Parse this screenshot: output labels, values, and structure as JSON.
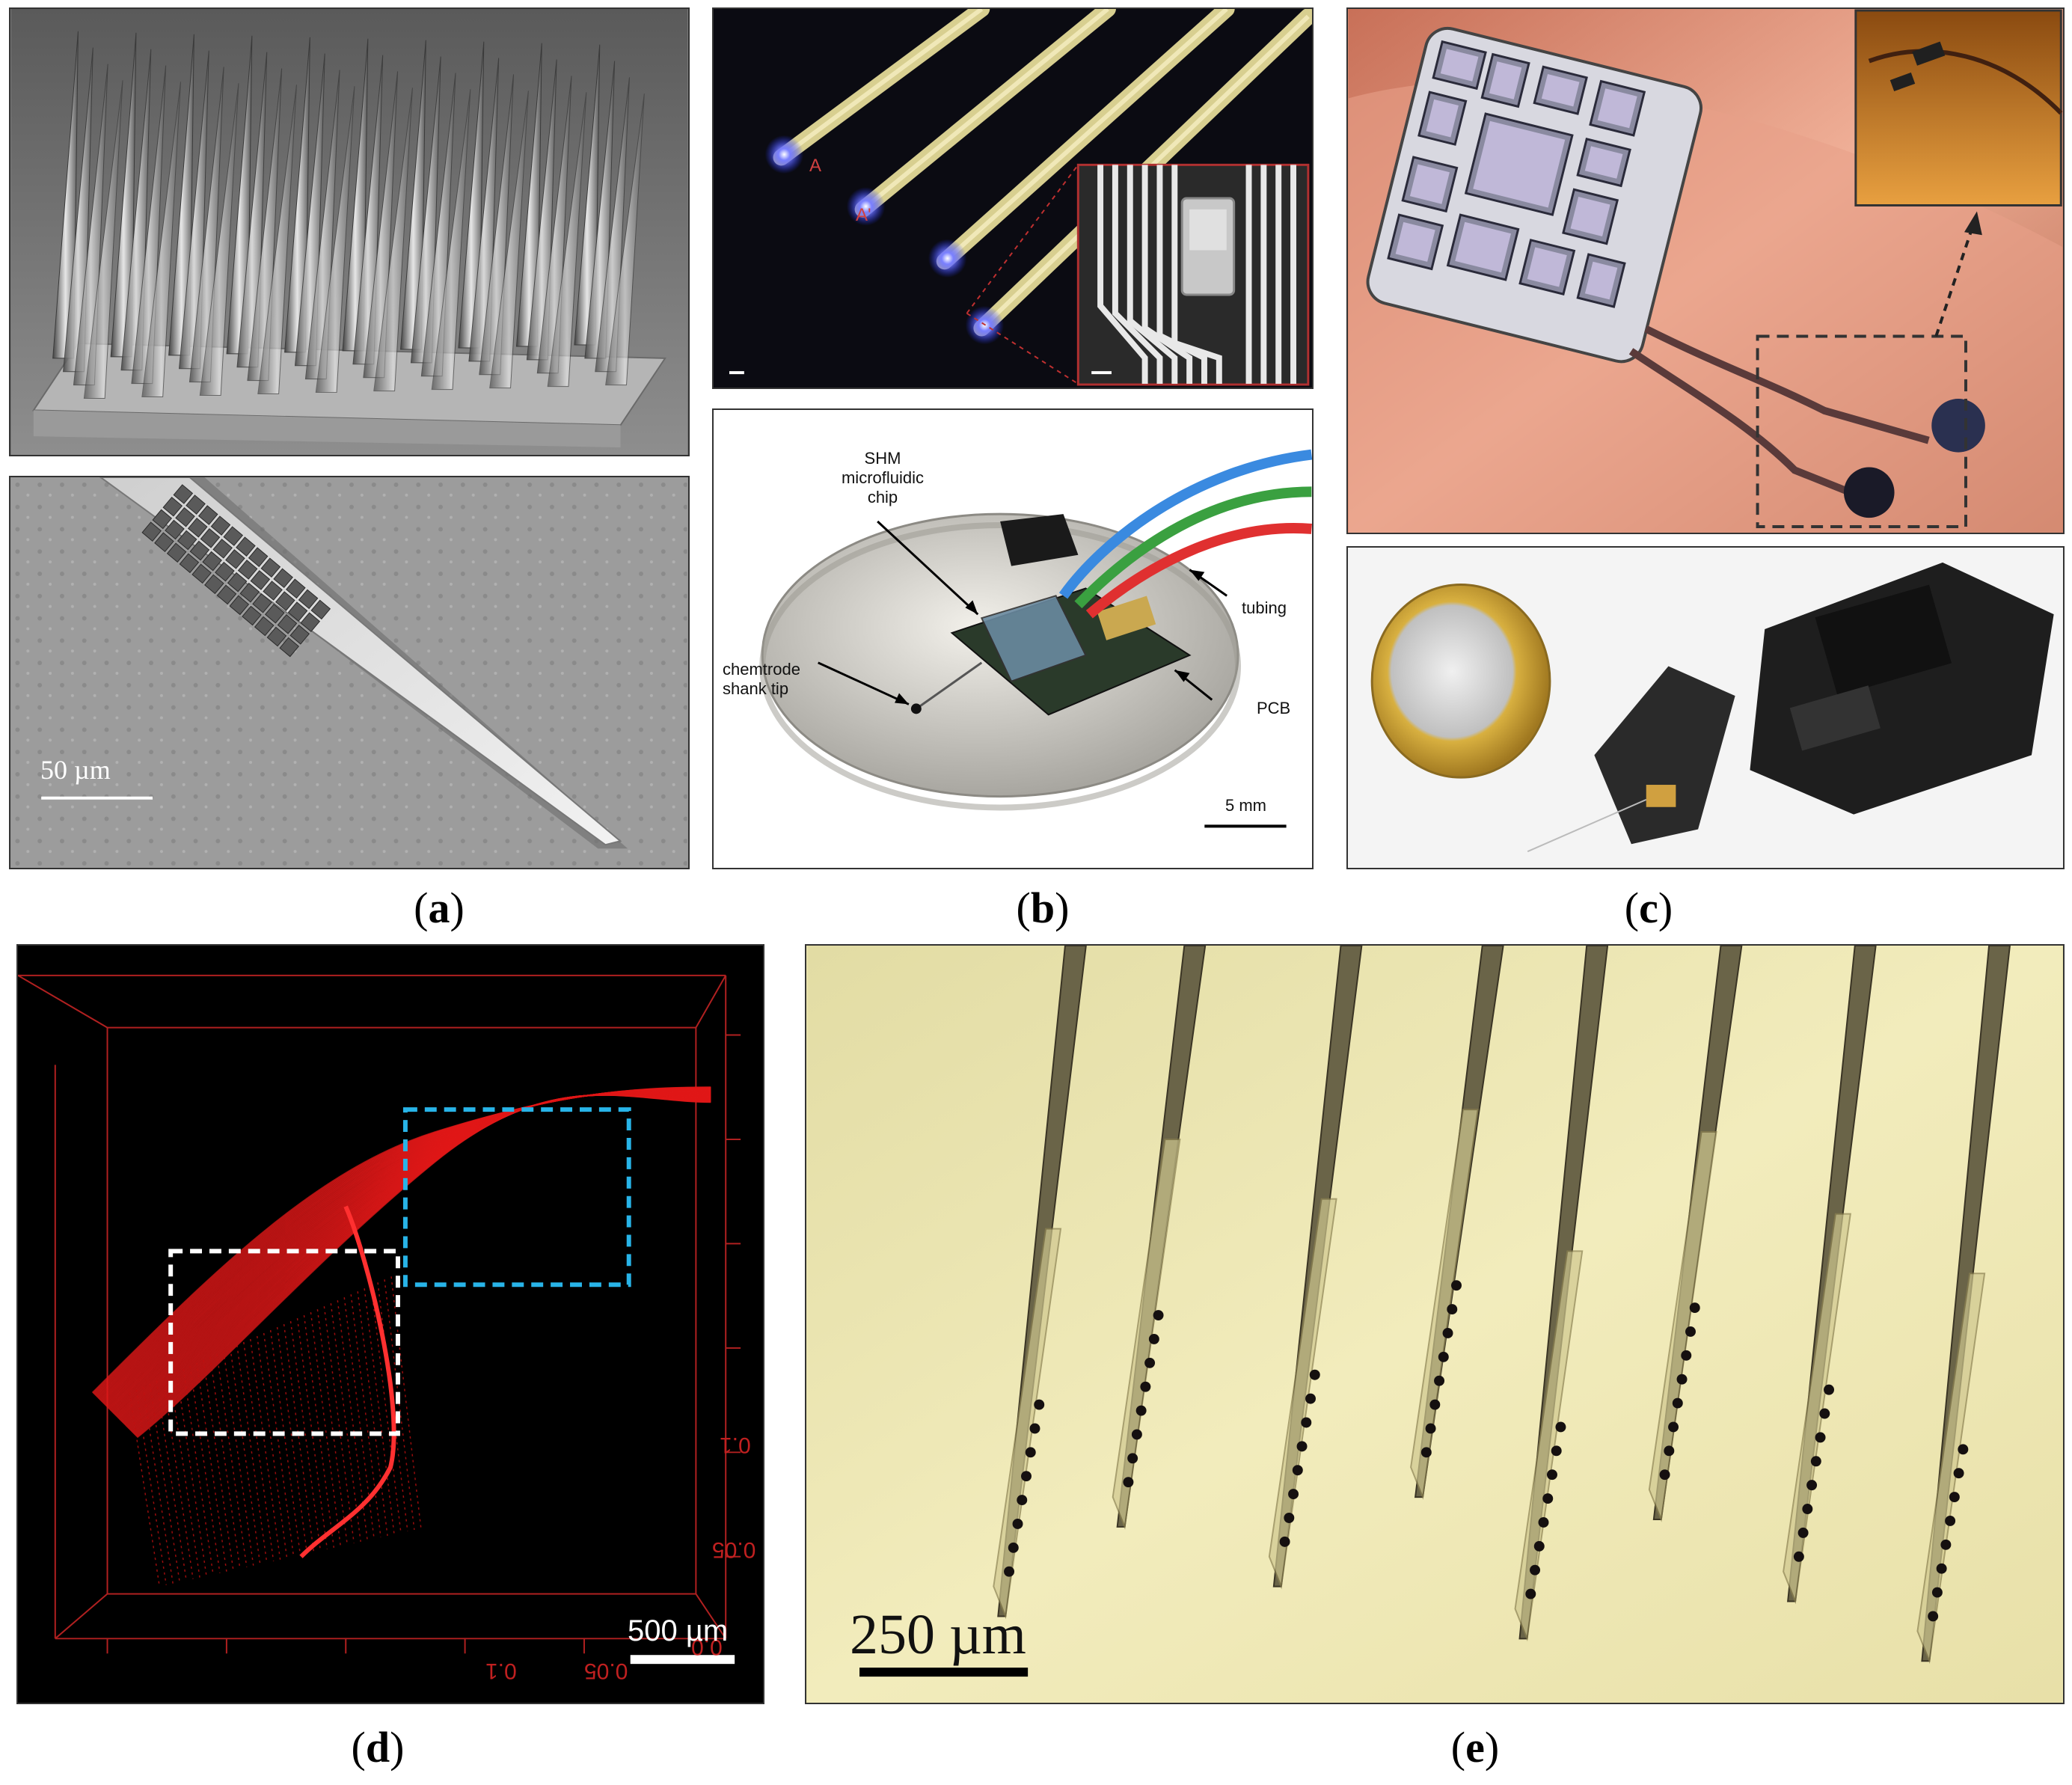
{
  "captions": {
    "a": "a",
    "b": "b",
    "c": "c",
    "d": "d",
    "e": "e"
  },
  "panel_a": {
    "scale_label": "50 µm"
  },
  "panel_b_top": {
    "label_a1": "A",
    "label_a2": "A'"
  },
  "panel_b_bottom": {
    "shm_label_1": "SHM",
    "shm_label_2": "microfluidic",
    "shm_label_3": "chip",
    "tubing_label": "tubing",
    "chemtrode_label_1": "chemtrode",
    "chemtrode_label_2": "shank tip",
    "pcb_label": "PCB",
    "scale_label": "5 mm"
  },
  "panel_d": {
    "tick_01_right": "0.1",
    "tick_005_right": "0.05",
    "tick_01_bottom": "0.1",
    "tick_005_bottom": "0.05",
    "tick_0_bottom": "0.0",
    "scale_label": "500 µm"
  },
  "panel_e": {
    "scale_label": "250 µm"
  },
  "colors": {
    "sem_gray": "#8a8a8a",
    "dark_bg": "#0b0b12",
    "probe_yellow": "#d8cf90",
    "glow_blue": "#5060ff",
    "skin": "#e8a085",
    "plot_red": "#e01818",
    "white_box": "#ffffff",
    "cyan_box": "#28b4e8",
    "bg_yellow": "#ece6b0"
  }
}
